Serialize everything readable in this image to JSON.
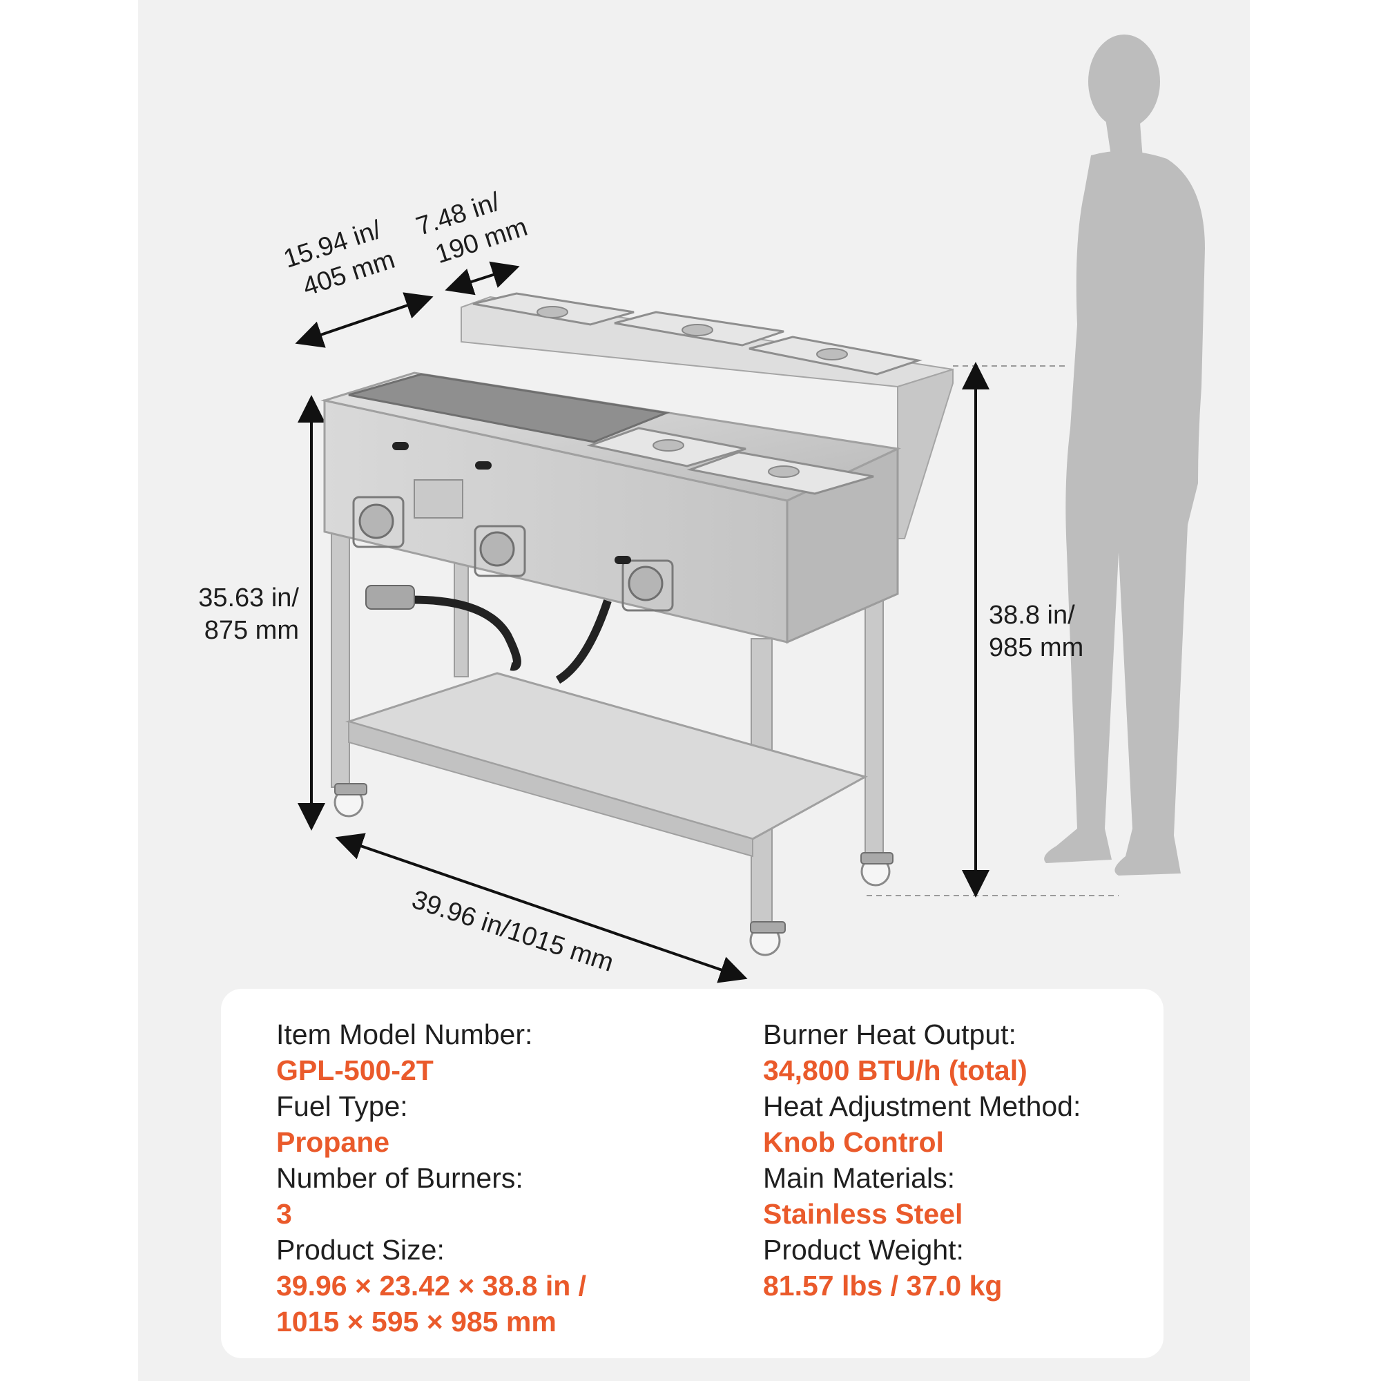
{
  "dimensions": {
    "depth_top": "15.94 in/",
    "depth_bottom": "405 mm",
    "rail_top": "7.48 in/",
    "rail_bottom": "190 mm",
    "height_left_top": "35.63 in/",
    "height_left_bottom": "875 mm",
    "height_right_top": "38.8 in/",
    "height_right_bottom": "985 mm",
    "width": "39.96 in/1015 mm"
  },
  "specs": {
    "left": [
      {
        "label": "Item Model Number:",
        "value": "GPL-500-2T"
      },
      {
        "label": "Fuel Type:",
        "value": "Propane"
      },
      {
        "label": "Number of Burners:",
        "value": "3"
      },
      {
        "label": "Product Size:",
        "value": "39.96 × 23.42 × 38.8 in /",
        "value2": "1015 × 595 × 985 mm"
      }
    ],
    "right": [
      {
        "label": "Burner Heat Output:",
        "value": "34,800 BTU/h (total)"
      },
      {
        "label": "Heat Adjustment Method:",
        "value": "Knob Control"
      },
      {
        "label": "Main Materials:",
        "value": "Stainless Steel"
      },
      {
        "label": "Product Weight:",
        "value": "81.57 lbs / 37.0 kg"
      }
    ]
  },
  "colors": {
    "accent": "#ea5a2b",
    "panel_bg": "#f1f1f1",
    "silhouette": "#bdbdbd",
    "steel": "#cfcfcf"
  }
}
